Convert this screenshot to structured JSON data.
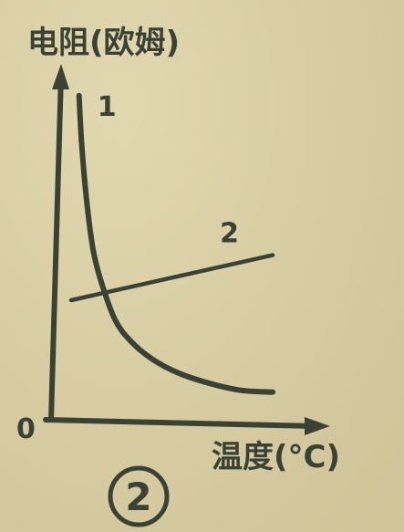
{
  "chart_data": {
    "type": "line",
    "ylabel": "电阻(欧姆)",
    "xlabel": "温度(°C)",
    "origin_label": "0",
    "figure_number": "2",
    "grid": false,
    "x_ticks": false,
    "y_ticks": false,
    "xlim": [
      0,
      10
    ],
    "ylim": [
      0,
      10
    ],
    "series": [
      {
        "name": "1",
        "x": [
          1.0,
          1.1,
          1.3,
          1.55,
          1.9,
          2.4,
          3.0,
          3.8,
          4.8,
          6.0,
          7.2,
          8.4
        ],
        "y": [
          9.4,
          8.0,
          6.3,
          4.9,
          3.9,
          2.9,
          2.3,
          1.8,
          1.4,
          1.1,
          0.9,
          0.85
        ]
      },
      {
        "name": "2",
        "x": [
          0.7,
          8.4
        ],
        "y": [
          3.5,
          4.8
        ]
      }
    ],
    "colors": {
      "ink": "#3a4236",
      "paper": "#d9cfa6"
    }
  }
}
